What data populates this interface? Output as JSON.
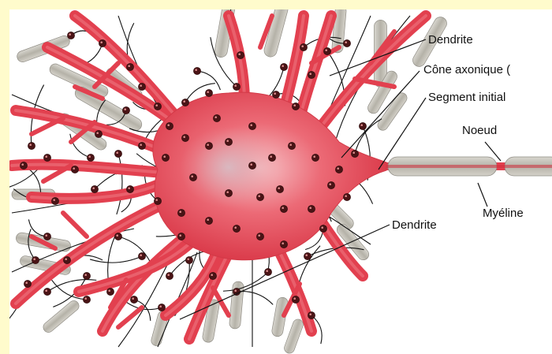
{
  "labels": {
    "dendrite_top": "Dendrite",
    "cone_axonique": "Cône axonique (",
    "segment_initial": "Segment initial",
    "noeud": "Noeud",
    "myeline": "Myéline",
    "dendrite_bottom": "Dendrite"
  },
  "colors": {
    "background": "#fffbcc",
    "panel": "#ffffff",
    "neuron": "#e2404f",
    "neuron_light": "#f28a93",
    "nucleus": "#c9a0ad",
    "synapse": "#4a1416",
    "axon_fiber": "#111111",
    "myelin": "#b9b6ad"
  }
}
